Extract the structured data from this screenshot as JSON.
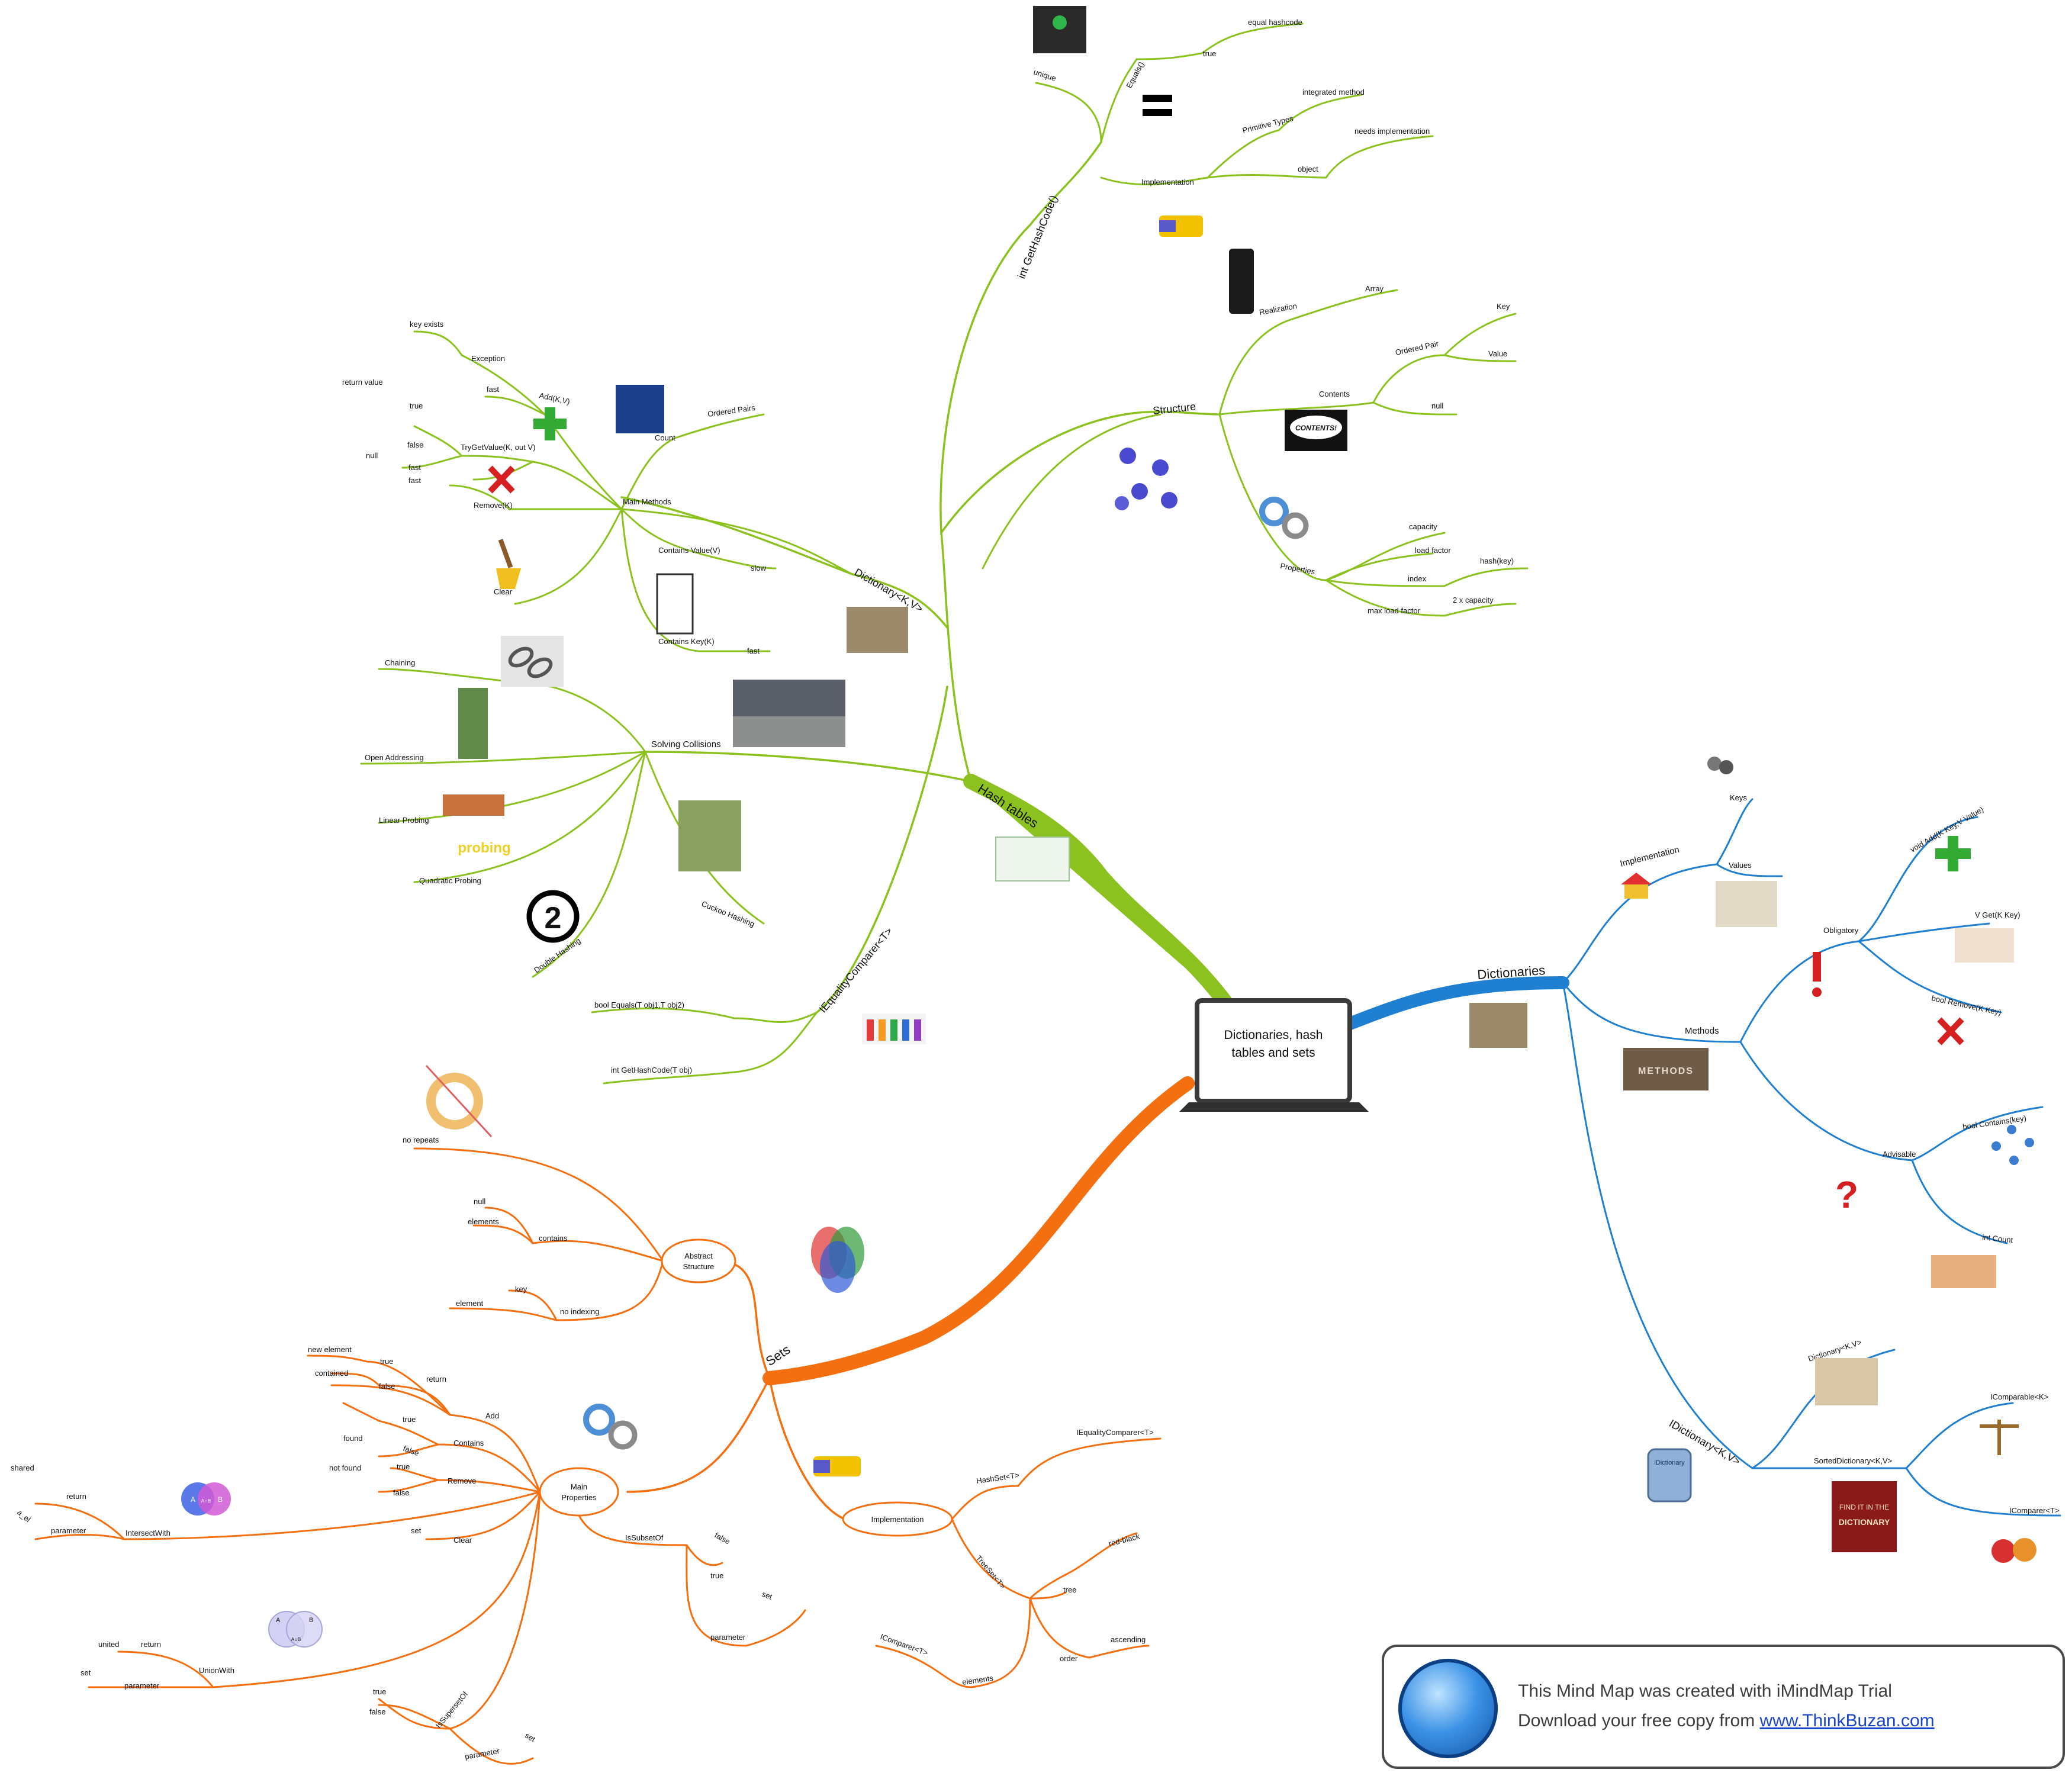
{
  "central": {
    "lines": [
      "Dictionaries, hash",
      "tables and sets"
    ]
  },
  "hash_tables": {
    "label": "Hash tables",
    "dictionary": {
      "label": "Dictionary<K,V>",
      "main_methods": {
        "label": "Main Methods",
        "add": {
          "label": "Add(K,V)",
          "exception": "Exception",
          "key_exists": "key exists",
          "fast": "fast"
        },
        "trygetvalue": {
          "label": "TryGetValue(K, out V)",
          "true": "true",
          "return_value": "return value",
          "false": "false",
          "null": "null",
          "fast": "fast"
        },
        "remove": {
          "label": "Remove(K)",
          "fast": "fast"
        },
        "clear": "Clear",
        "count": "Count",
        "ordered_pairs": "Ordered Pairs",
        "contains_value": {
          "label": "Contains Value(V)",
          "slow": "slow"
        },
        "contains_key": {
          "label": "Contains Key(K)",
          "fast": "fast"
        }
      }
    },
    "solving_collisions": {
      "label": "Solving Collisions",
      "chaining": "Chaining",
      "open_addressing": "Open Addressing",
      "linear_probing": "Linear Probing",
      "quadratic_probing": "Quadratic Probing",
      "double_hashing": "Double Hashing",
      "cuckoo_hashing": "Cuckoo Hashing",
      "probing_word": "probing",
      "two_badge": "2"
    },
    "iequalitycomparer": {
      "label": "IEqualityComparer<T>",
      "equals": "bool Equals(T obj1,T obj2)",
      "gethashcode": "int GetHashCode(T obj)"
    },
    "gethashcode": {
      "label": "int GetHashCode()",
      "unique": "unique",
      "equals": {
        "label": "Equals()",
        "true": "true",
        "equal_hashcode": "equal hashcode"
      },
      "implementation": {
        "label": "Implementation",
        "primitive_types": "Primitive Types",
        "integrated_method": "integrated method",
        "object": "object",
        "needs_implementation": "needs implementation"
      }
    },
    "structure": {
      "label": "Structure",
      "realization": {
        "label": "Realization",
        "array": "Array"
      },
      "contents": {
        "label": "Contents",
        "ordered_pair": "Ordered Pair",
        "key": "Key",
        "value": "Value",
        "null": "null",
        "badge": "CONTENTS!"
      },
      "properties": {
        "label": "Properties",
        "capacity": "capacity",
        "load_factor": "load factor",
        "index": "index",
        "hash_key": "hash(key)",
        "max_load_factor": "max load factor",
        "two_x_capacity": "2 x capacity"
      }
    }
  },
  "dictionaries": {
    "label": "Dictionaries",
    "implementation": {
      "label": "Implementation",
      "keys": "Keys",
      "values": "Values"
    },
    "methods": {
      "label": "Methods",
      "badge": "METHODS",
      "obligatory": {
        "label": "Obligatory",
        "add": "void Add(K Key,V Value)",
        "get": "V Get(K Key)",
        "remove": "bool Remove(K Key)"
      },
      "advisable": {
        "label": "Advisable",
        "contains": "bool Contains(key)",
        "count": "int Count"
      }
    },
    "idictionary": {
      "label": "IDictionary<K,V>",
      "dictionary": "Dictionary<K,V>",
      "sorted": {
        "label": "SortedDictionary<K,V>",
        "icomparable": "IComparable<K>",
        "icomparer": "IComparer<T>"
      },
      "badge": "iDictionary",
      "book_line1": "FIND IT IN THE",
      "book_line2": "DICTIONARY"
    }
  },
  "sets": {
    "label": "Sets",
    "abstract": {
      "lines": [
        "Abstract",
        "Structure"
      ],
      "no_repeats": "no repeats",
      "contains": {
        "label": "contains",
        "null": "null",
        "elements": "elements"
      },
      "no_indexing": {
        "label": "no indexing",
        "key": "key",
        "element": "element"
      }
    },
    "main_properties": {
      "lines": [
        "Main",
        "Properties"
      ],
      "add": {
        "label": "Add",
        "return": "return",
        "true": "true",
        "new_element": "new element",
        "false": "false",
        "contained": "contained"
      },
      "contains": {
        "label": "Contains",
        "true": "true",
        "false": "false",
        "found": "found"
      },
      "remove": {
        "label": "Remove",
        "true": "true",
        "false": "false",
        "not_found": "not found"
      },
      "intersectwith": {
        "label": "IntersectWith",
        "return": "return",
        "shared": "shared",
        "parameter": "parameter",
        "a_el": "a_el"
      },
      "clear": {
        "label": "Clear",
        "set": "set"
      },
      "issubsetof": {
        "label": "IsSubsetOf",
        "false": "false",
        "true": "true",
        "set": "set",
        "parameter": "parameter"
      },
      "unionwith": {
        "label": "UnionWith",
        "return": "return",
        "united": "united",
        "set": "set",
        "parameter": "parameter"
      },
      "issupersetof": {
        "label": "IsSupersetOf",
        "true": "true",
        "false": "false",
        "parameter": "parameter",
        "set": "set"
      }
    },
    "implementation": {
      "label": "Implementation",
      "hashset": {
        "label": "HashSet<T>",
        "iequalitycomparer": "IEqualityComparer<T>"
      },
      "treeset": {
        "label": "TreeSet<T>",
        "tree": "tree",
        "red_black": "red-black",
        "order": "order",
        "ascending": "ascending",
        "elements": "elements",
        "icomparer": "IComparer<T>"
      }
    },
    "venn": {
      "a": "A",
      "b": "B",
      "a_and_b": "A∩B",
      "union": "A∪B"
    }
  },
  "trial_banner": {
    "line1": "This Mind Map was created with iMindMap Trial",
    "line2_prefix": "Download your free copy from ",
    "link": "www.ThinkBuzan.com"
  },
  "colors": {
    "hash_branch": "#8cc21f",
    "dictionaries_branch": "#1f7fd0",
    "sets_branch": "#f36f10",
    "text": "#111111"
  }
}
